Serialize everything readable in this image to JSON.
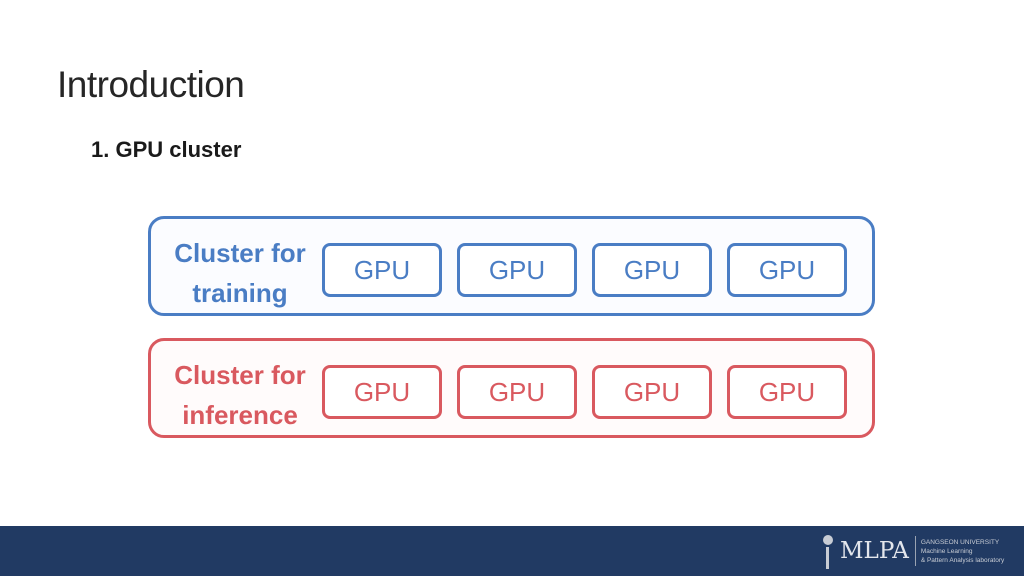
{
  "slide": {
    "title": "Introduction",
    "subtitle": "1. GPU cluster"
  },
  "clusters": [
    {
      "label_line1": "Cluster for",
      "label_line2": "training",
      "color": "#4a7dc4",
      "gpus": [
        "GPU",
        "GPU",
        "GPU",
        "GPU"
      ]
    },
    {
      "label_line1": "Cluster for",
      "label_line2": "inference",
      "color": "#d9595f",
      "gpus": [
        "GPU",
        "GPU",
        "GPU",
        "GPU"
      ]
    }
  ],
  "footer": {
    "background": "#213a63",
    "logo": "MLPA",
    "university": "GANGSEON UNIVERSITY",
    "lab_line1": "Machine Learning",
    "lab_line2": "& Pattern Analysis laboratory"
  }
}
